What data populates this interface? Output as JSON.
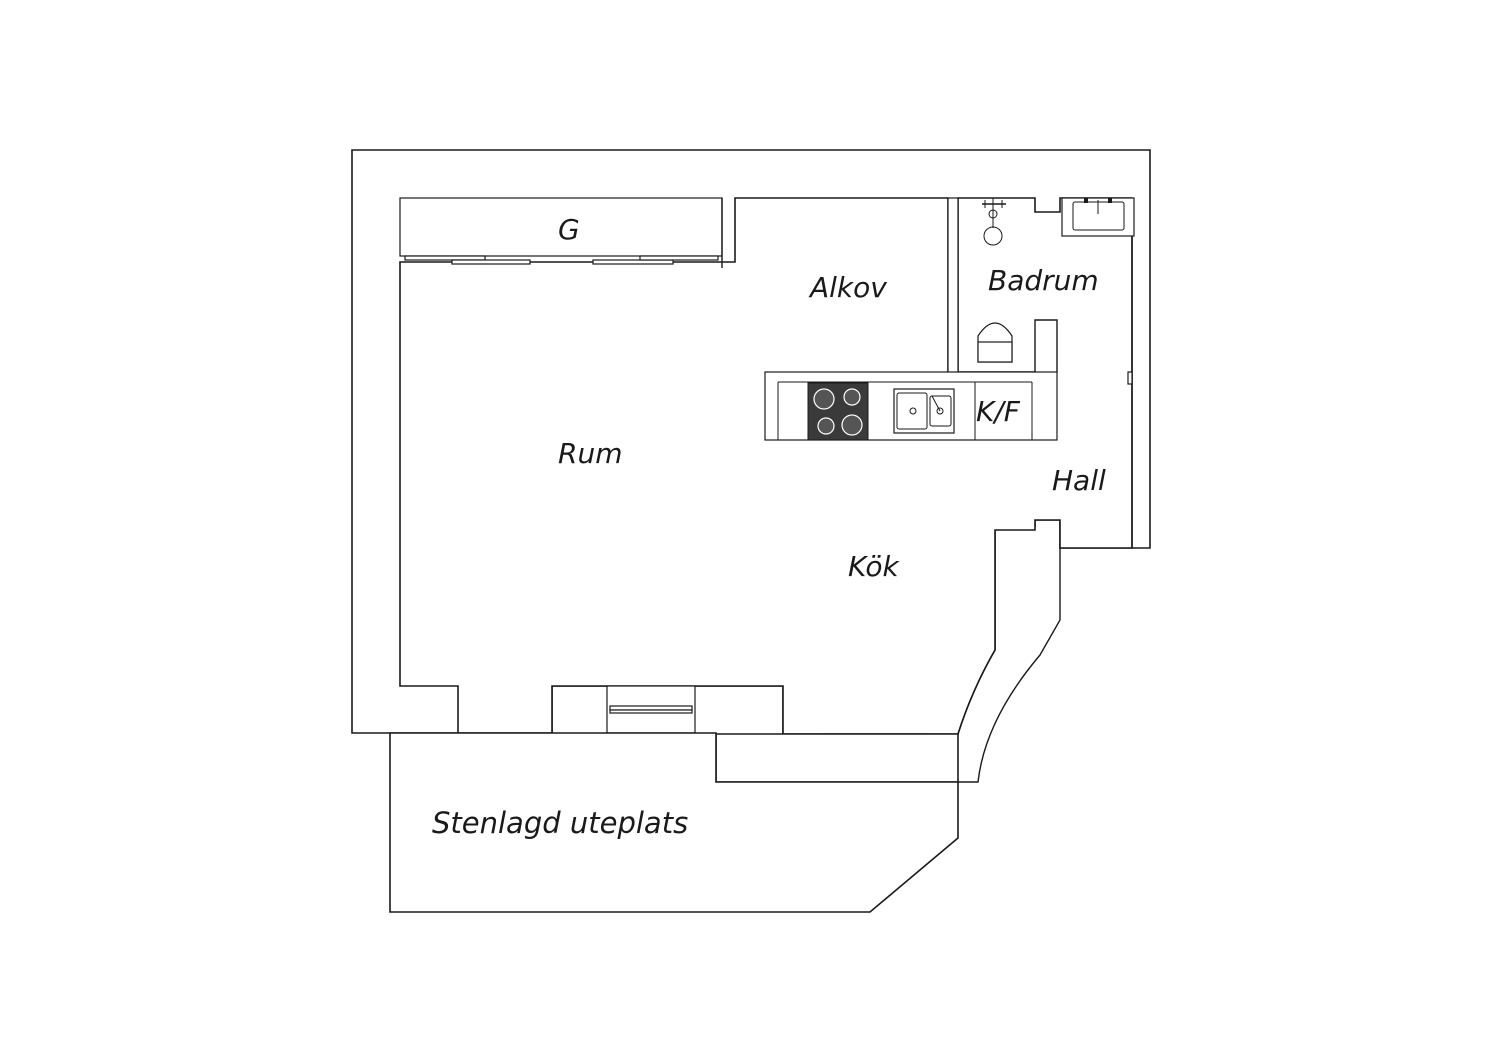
{
  "labels": {
    "garderob": "G",
    "alkov": "Alkov",
    "badrum": "Badrum",
    "kf": "K/F",
    "rum": "Rum",
    "hall": "Hall",
    "kok": "Kök",
    "uteplats": "Stenlagd uteplats"
  },
  "colors": {
    "line": "#1a1a1a",
    "stove": "#3a3a3a",
    "background": "#ffffff"
  },
  "icons": {
    "stove": "stove-icon",
    "sink": "sink-icon",
    "washbasin": "washbasin-icon",
    "toilet": "toilet-icon",
    "shower": "shower-icon"
  }
}
